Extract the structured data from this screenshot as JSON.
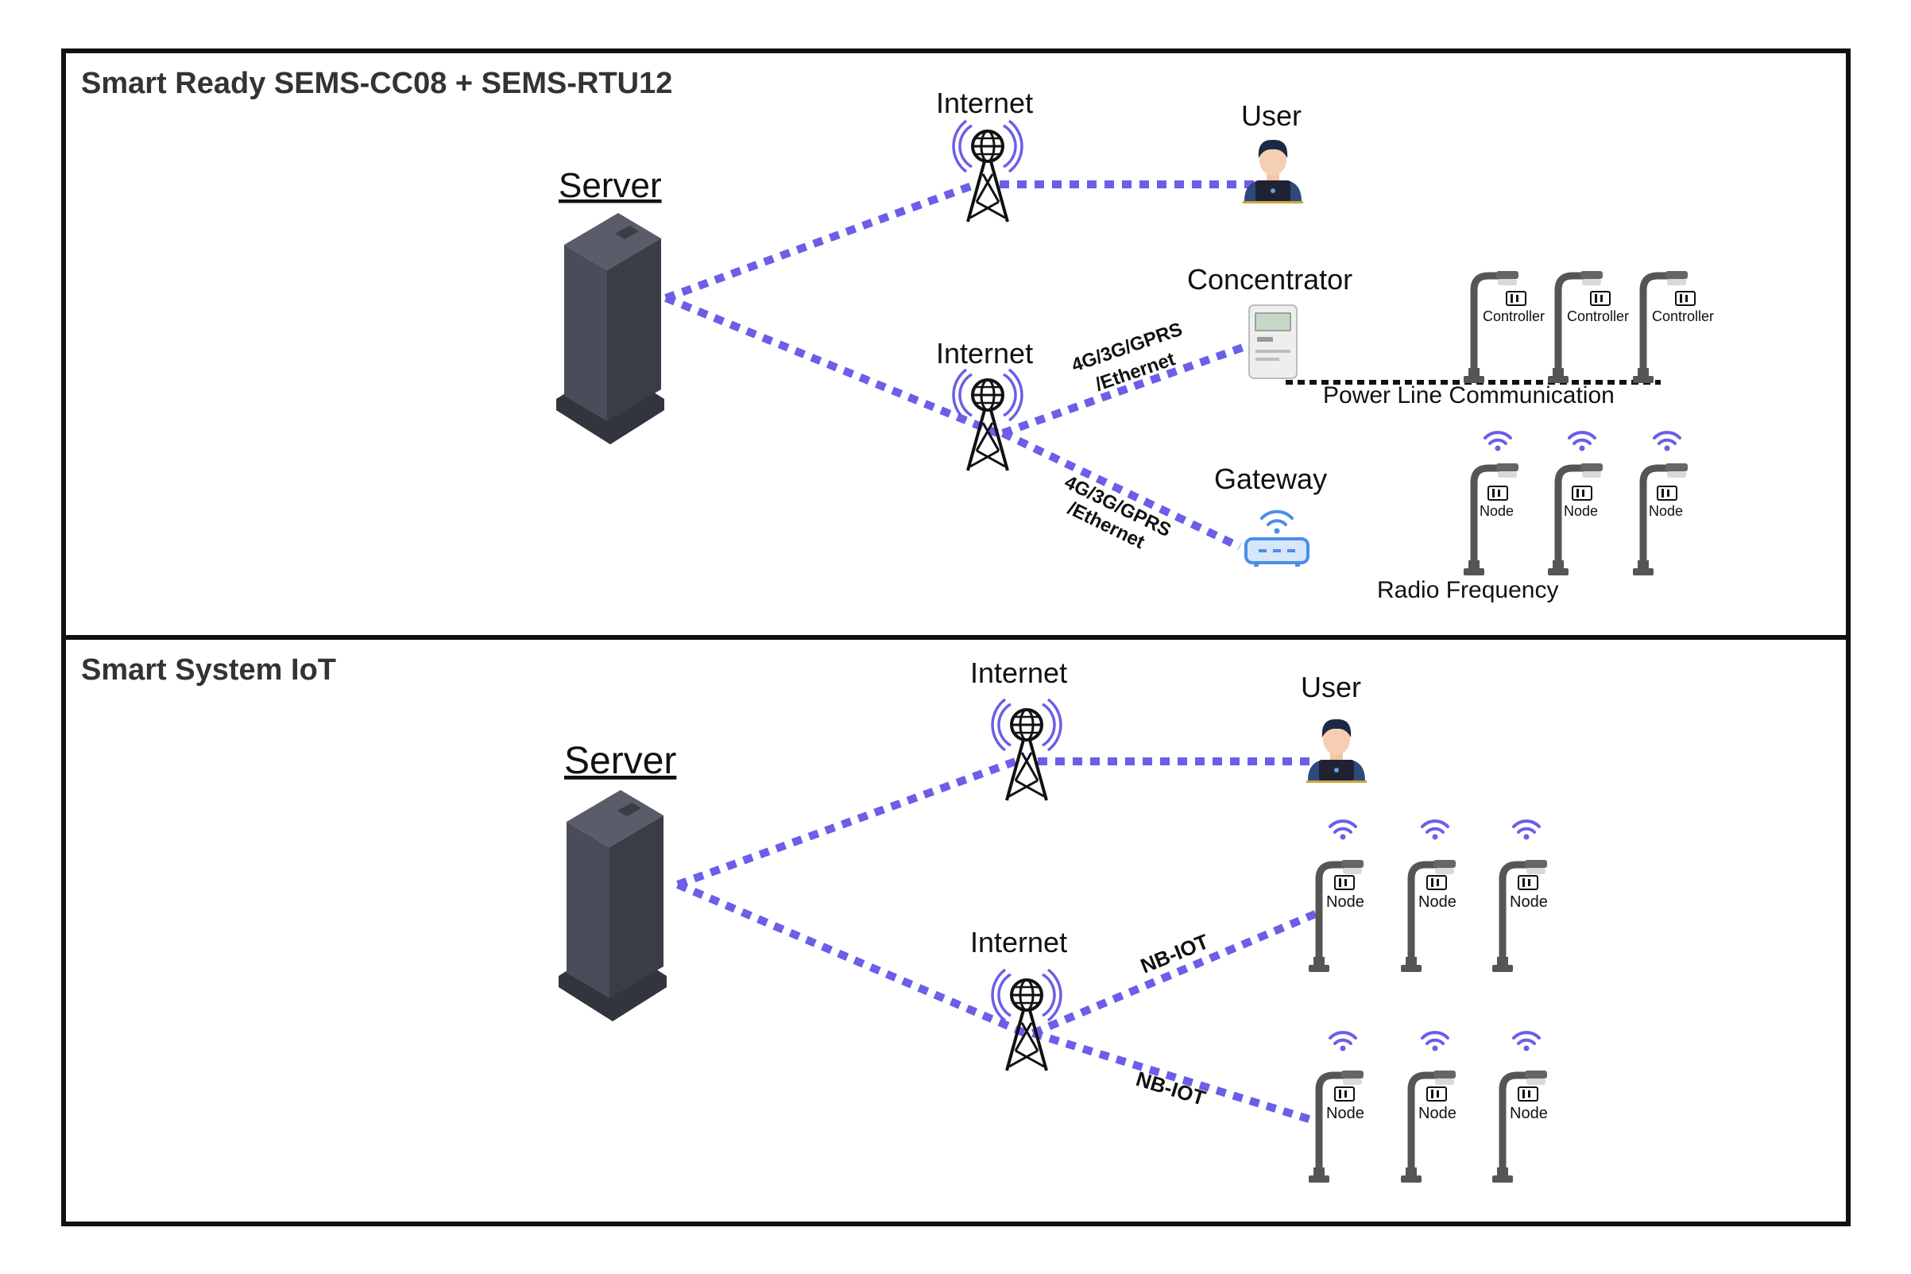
{
  "colors": {
    "link": "#6a5fe6",
    "frame": "#111111",
    "pole": "#555555",
    "server": "#3f424d",
    "gateway": "#4a8fe7"
  },
  "panel_top": {
    "title": "Smart Ready SEMS-CC08 + SEMS-RTU12",
    "server_label": "Server",
    "internet_a": "Internet",
    "internet_b": "Internet",
    "user_label": "User",
    "concentrator_label": "Concentrator",
    "gateway_label": "Gateway",
    "link_concentrator_l1": "4G/3G/GPRS",
    "link_concentrator_l2": "/Ethernet",
    "link_gateway_l1": "4G/3G/GPRS",
    "link_gateway_l2": "/Ethernet",
    "plc_label": "Power Line Communication",
    "rf_label": "Radio Frequency",
    "controllers": [
      "Controller",
      "Controller",
      "Controller"
    ],
    "rf_nodes": [
      "Node",
      "Node",
      "Node"
    ]
  },
  "panel_bottom": {
    "title": "Smart System IoT",
    "server_label": "Server",
    "internet_a": "Internet",
    "internet_b": "Internet",
    "user_label": "User",
    "link_upper": "NB-IOT",
    "link_lower": "NB-IOT",
    "nodes_row1": [
      "Node",
      "Node",
      "Node"
    ],
    "nodes_row2": [
      "Node",
      "Node",
      "Node"
    ]
  }
}
